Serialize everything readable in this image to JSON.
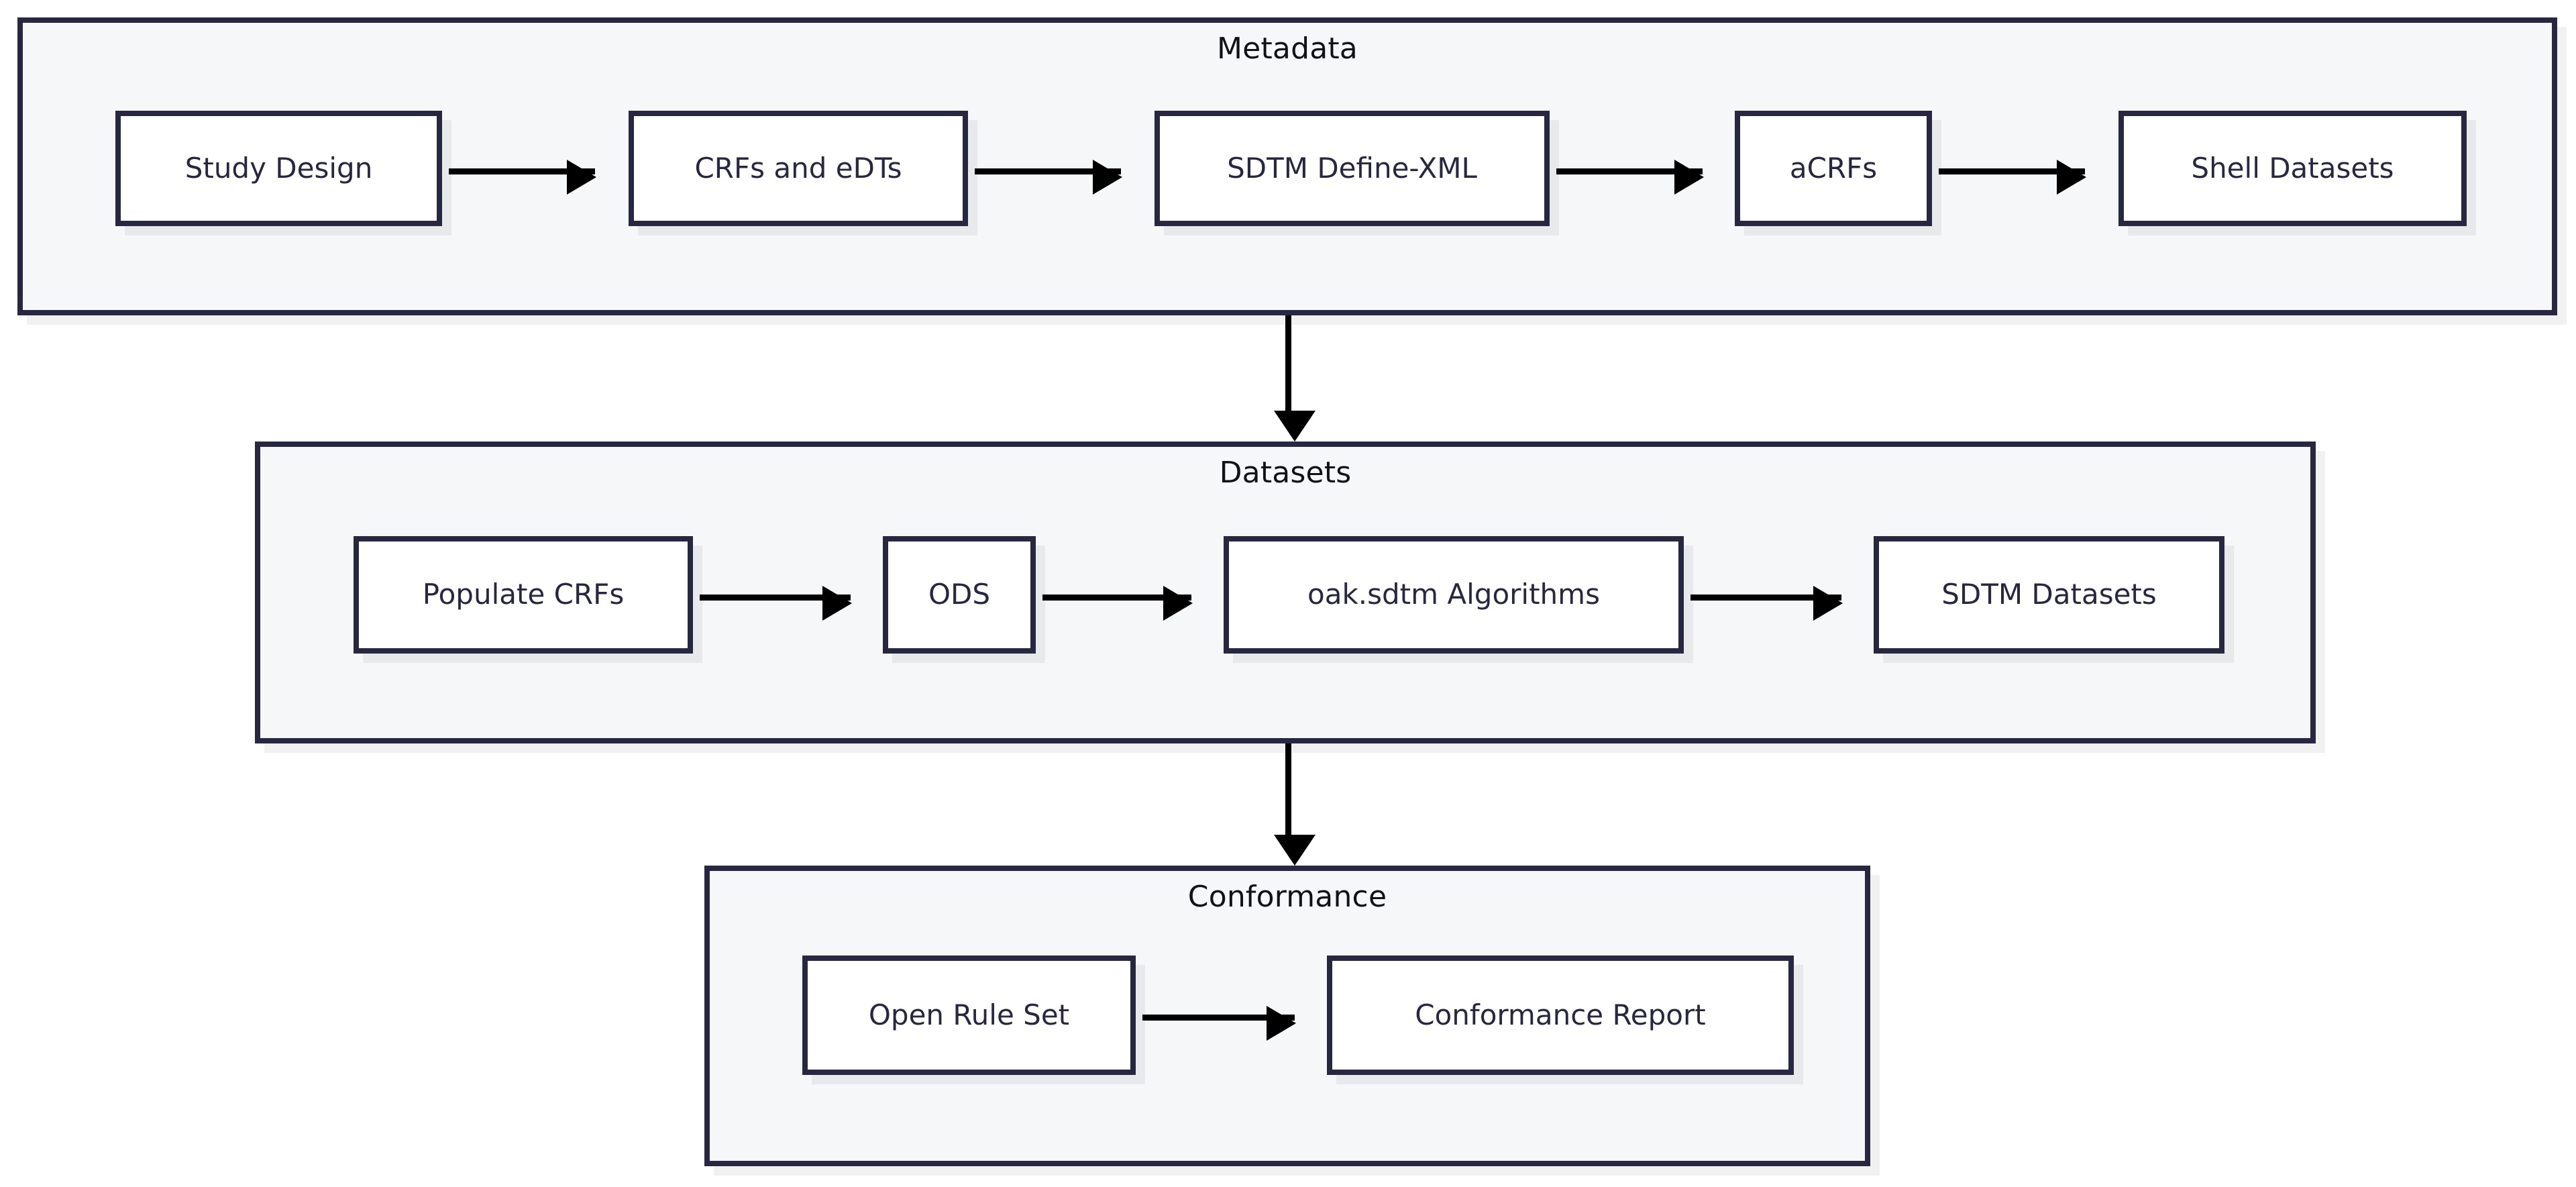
{
  "diagram": {
    "type": "flowchart",
    "orientation": "top-to-bottom with left-to-right rows",
    "colors": {
      "node_border": "#272741",
      "node_fill": "#ffffff",
      "subgraph_fill": "#f6f7f9",
      "subgraph_border": "#272741",
      "arrow": "#000000",
      "label_text": "#272741",
      "title_text": "#111118",
      "page_background": "#ffffff"
    }
  },
  "subgraphs": [
    {
      "id": "metadata",
      "title": "Metadata",
      "nodes": [
        {
          "id": "study-design",
          "label": "Study Design"
        },
        {
          "id": "crfs-edts",
          "label": "CRFs and eDTs"
        },
        {
          "id": "sdtm-define-xml",
          "label": "SDTM Define-XML"
        },
        {
          "id": "acrfs",
          "label": "aCRFs"
        },
        {
          "id": "shell-datasets",
          "label": "Shell Datasets"
        }
      ]
    },
    {
      "id": "datasets",
      "title": "Datasets",
      "nodes": [
        {
          "id": "populate-crfs",
          "label": "Populate CRFs"
        },
        {
          "id": "ods",
          "label": "ODS"
        },
        {
          "id": "oak-algorithms",
          "label": "oak.sdtm Algorithms"
        },
        {
          "id": "sdtm-datasets",
          "label": "SDTM Datasets"
        }
      ]
    },
    {
      "id": "conformance",
      "title": "Conformance",
      "nodes": [
        {
          "id": "open-rule-set",
          "label": "Open Rule Set"
        },
        {
          "id": "conformance-report",
          "label": "Conformance Report"
        }
      ]
    }
  ],
  "edges": [
    {
      "from": "study-design",
      "to": "crfs-edts",
      "direction": "right"
    },
    {
      "from": "crfs-edts",
      "to": "sdtm-define-xml",
      "direction": "right"
    },
    {
      "from": "sdtm-define-xml",
      "to": "acrfs",
      "direction": "right"
    },
    {
      "from": "acrfs",
      "to": "shell-datasets",
      "direction": "right"
    },
    {
      "from": "metadata",
      "to": "datasets",
      "direction": "down"
    },
    {
      "from": "populate-crfs",
      "to": "ods",
      "direction": "right"
    },
    {
      "from": "ods",
      "to": "oak-algorithms",
      "direction": "right"
    },
    {
      "from": "oak-algorithms",
      "to": "sdtm-datasets",
      "direction": "right"
    },
    {
      "from": "datasets",
      "to": "conformance",
      "direction": "down"
    },
    {
      "from": "open-rule-set",
      "to": "conformance-report",
      "direction": "right"
    }
  ]
}
